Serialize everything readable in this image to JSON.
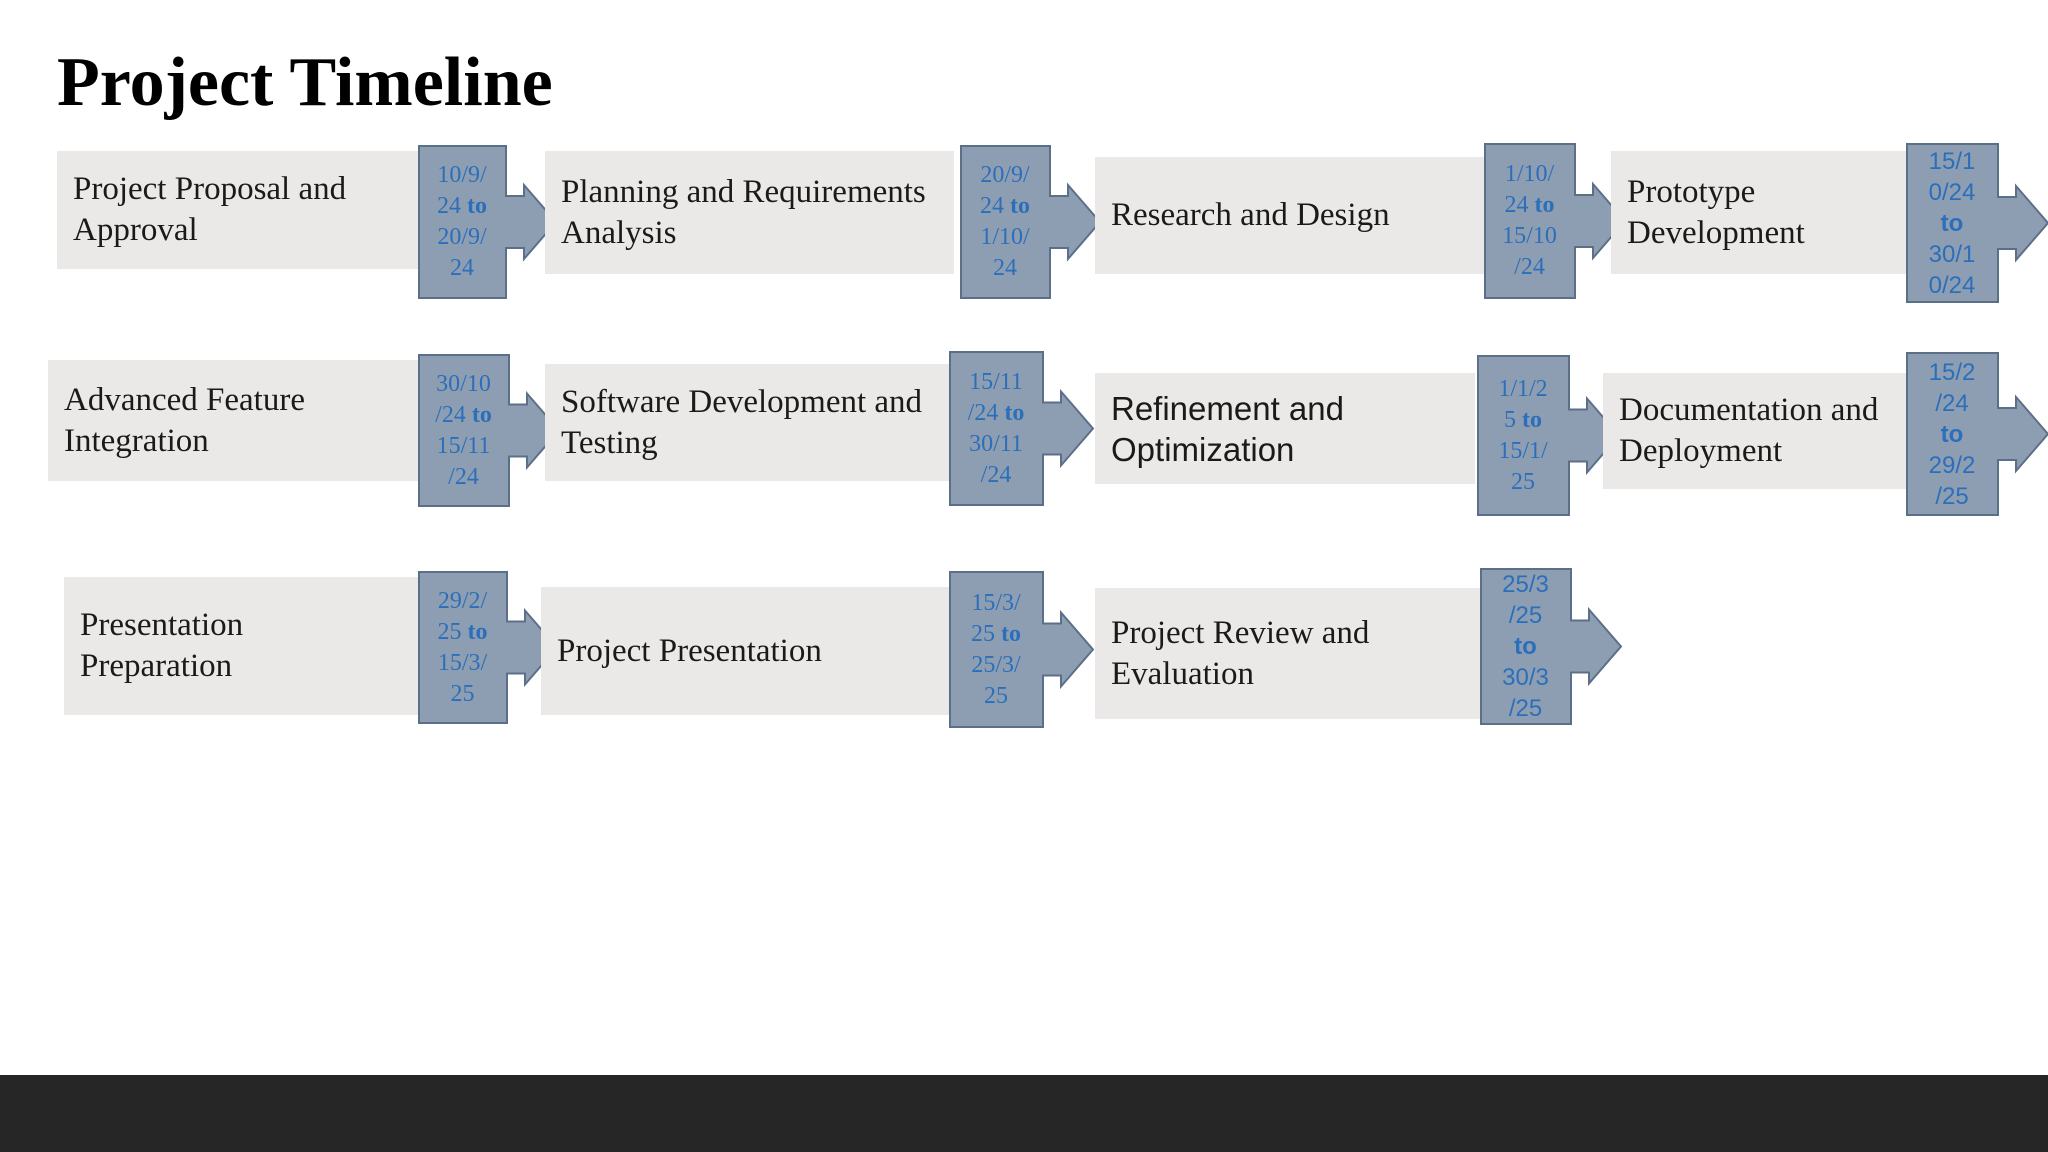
{
  "title": "Project Timeline",
  "colors": {
    "task_bg": "#eae9e7",
    "badge_fill": "#8e9eb2",
    "badge_stroke": "#5c6f88",
    "date_text": "#2b6fbb",
    "footer": "#262626"
  },
  "steps": [
    {
      "label": [
        "Project Proposal and",
        "Approval"
      ],
      "date_lines": [
        "10/9/",
        "24 to",
        "20/9/",
        "24"
      ]
    },
    {
      "label": [
        "Planning and Requirements",
        "Analysis"
      ],
      "date_lines": [
        "20/9/",
        "24 to",
        "1/10/",
        "24"
      ]
    },
    {
      "label": [
        "Research and Design"
      ],
      "date_lines": [
        "1/10/",
        "24 to",
        "15/10",
        "/24"
      ]
    },
    {
      "label": [
        "Prototype",
        "Development"
      ],
      "date_lines": [
        "15/1",
        "0/24",
        "to",
        "30/1",
        "0/24"
      ]
    },
    {
      "label": [
        "Advanced Feature",
        "Integration"
      ],
      "date_lines": [
        "30/10",
        "/24 to",
        "15/11",
        "/24"
      ]
    },
    {
      "label": [
        "Software Development and",
        "Testing"
      ],
      "date_lines": [
        "15/11",
        "/24 to",
        "30/11",
        "/24"
      ]
    },
    {
      "label": [
        "Refinement and",
        "Optimization"
      ],
      "date_lines": [
        "1/1/2",
        "5 to",
        "15/1/",
        "25"
      ]
    },
    {
      "label": [
        "Documentation and",
        "Deployment"
      ],
      "date_lines": [
        "15/2",
        "/24",
        "to",
        "29/2",
        "/25"
      ]
    },
    {
      "label": [
        "Presentation",
        "Preparation"
      ],
      "date_lines": [
        "29/2/",
        "25 to",
        "15/3/",
        "25"
      ]
    },
    {
      "label": [
        "Project Presentation"
      ],
      "date_lines": [
        "15/3/",
        "25 to",
        "25/3/",
        "25"
      ]
    },
    {
      "label": [
        "Project Review and",
        "Evaluation"
      ],
      "date_lines": [
        "25/3",
        "/25",
        "to",
        "30/3",
        "/25"
      ]
    }
  ]
}
